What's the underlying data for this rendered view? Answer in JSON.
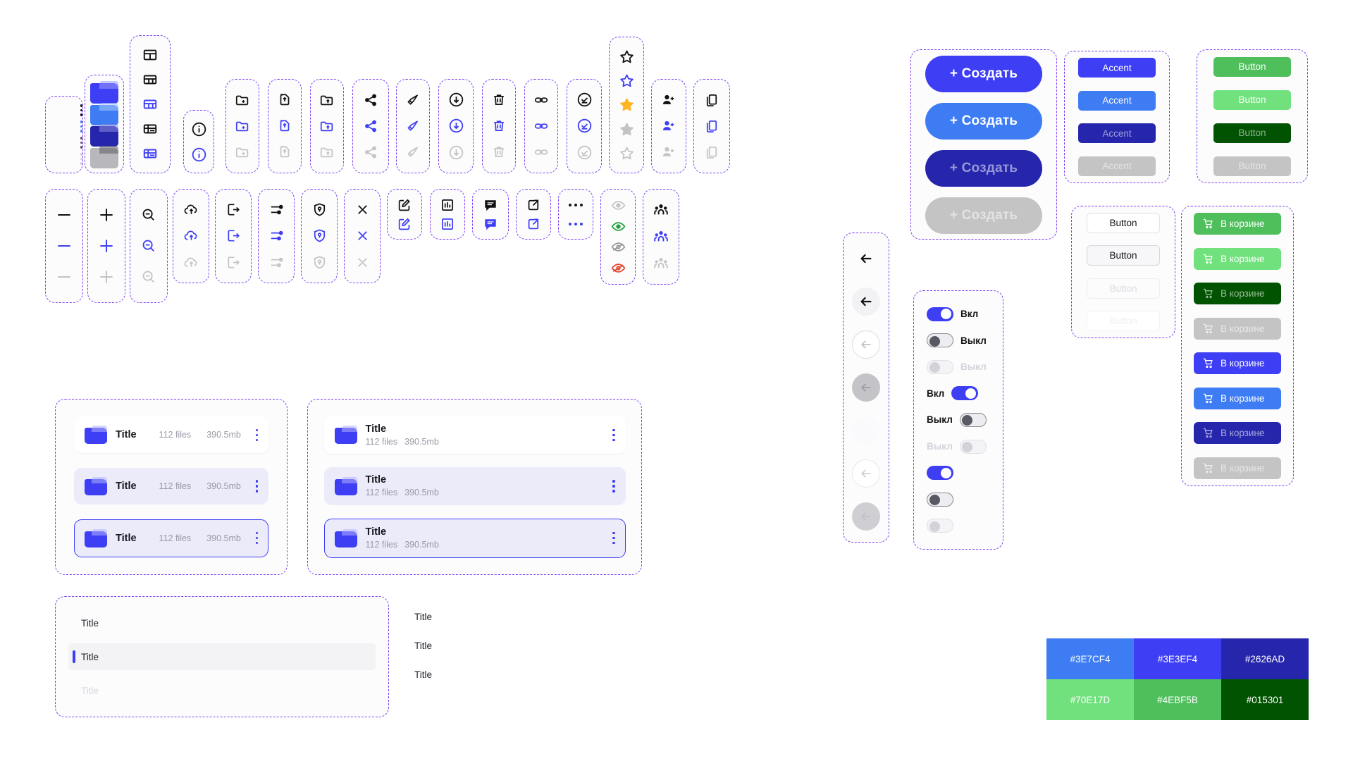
{
  "palette": {
    "accent_blue_light": "#3E7CF4",
    "accent_blue": "#3E3EF4",
    "accent_blue_dark": "#2626AD",
    "green_light": "#70E17D",
    "green": "#4EBF5B",
    "green_dark": "#015301",
    "disabled_gray": "#C4C4C4",
    "selection_frame": "#7B3FF2"
  },
  "swatches": [
    {
      "hex": "#3E7CF4",
      "label": "#3E7CF4"
    },
    {
      "hex": "#3E3EF4",
      "label": "#3E3EF4"
    },
    {
      "hex": "#2626AD",
      "label": "#2626AD"
    },
    {
      "hex": "#70E17D",
      "label": "#70E17D"
    },
    {
      "hex": "#4EBF5B",
      "label": "#4EBF5B"
    },
    {
      "hex": "#015301",
      "label": "#015301"
    }
  ],
  "icon_groups": {
    "kebab": {
      "name": "kebab-menu-icon",
      "variants": [
        "dark",
        "blue",
        "gray-dark",
        "gray-light"
      ]
    },
    "folders": {
      "name": "folder-icon",
      "variants": [
        "#3E3EF4",
        "#3E7CF4",
        "#2626AD",
        "#9A9A9A"
      ]
    },
    "grid_list": {
      "name": "grid-view-icon",
      "variants": [
        "grid-dark",
        "grid-dark",
        "grid-blue",
        "list-dark",
        "list-blue"
      ]
    },
    "info": {
      "name": "info-circle-icon",
      "variants": [
        "dark",
        "blue"
      ]
    },
    "folder_add": {
      "name": "folder-add-icon"
    },
    "file_upload": {
      "name": "file-upload-icon"
    },
    "folder_upload": {
      "name": "folder-upload-icon"
    },
    "share": {
      "name": "share-icon"
    },
    "megaphone": {
      "name": "megaphone-icon"
    },
    "download": {
      "name": "download-circle-icon"
    },
    "trash": {
      "name": "trash-icon"
    },
    "link": {
      "name": "link-icon"
    },
    "check_circle": {
      "name": "check-circle-icon"
    },
    "star": {
      "name": "star-icon",
      "variants": [
        "outline-dark",
        "outline-blue",
        "filled-amber",
        "filled-gray",
        "outline-gray"
      ]
    },
    "user_add": {
      "name": "user-add-icon"
    },
    "copy": {
      "name": "copy-icon"
    },
    "minus": {
      "name": "minus-icon"
    },
    "plus": {
      "name": "plus-icon"
    },
    "zoom_out": {
      "name": "zoom-out-icon"
    },
    "cloud_upload": {
      "name": "cloud-upload-icon"
    },
    "logout": {
      "name": "logout-icon"
    },
    "sliders": {
      "name": "sliders-icon"
    },
    "shield": {
      "name": "shield-lock-icon"
    },
    "close": {
      "name": "close-icon"
    },
    "edit": {
      "name": "edit-square-icon"
    },
    "chart": {
      "name": "bar-chart-icon"
    },
    "comment": {
      "name": "comment-icon"
    },
    "external": {
      "name": "external-link-icon"
    },
    "ellipsis": {
      "name": "ellipsis-icon"
    },
    "eye": {
      "name": "eye-icon",
      "variants": [
        "gray",
        "green",
        "eye-off-gray",
        "eye-off-red"
      ]
    },
    "people": {
      "name": "people-icon",
      "variants": [
        "dark",
        "blue",
        "gray"
      ]
    },
    "back_arrow": {
      "name": "arrow-left-icon"
    }
  },
  "create_buttons": {
    "label": "+ Создать",
    "items": [
      {
        "label": "+ Создать",
        "bg": "#3E3EF4",
        "state": "default"
      },
      {
        "label": "+ Создать",
        "bg": "#3E7CF4",
        "state": "hover"
      },
      {
        "label": "+ Создать",
        "bg": "#2626AD",
        "state": "pressed"
      },
      {
        "label": "+ Создать",
        "bg": "#C4C4C4",
        "state": "disabled"
      }
    ]
  },
  "accent_chips": [
    {
      "label": "Accent",
      "bg": "#3E3EF4",
      "state": "default"
    },
    {
      "label": "Accent",
      "bg": "#3E7CF4",
      "state": "hover"
    },
    {
      "label": "Accent",
      "bg": "#2626AD",
      "state": "pressed"
    },
    {
      "label": "Accent",
      "bg": "#C4C4C4",
      "state": "disabled"
    }
  ],
  "green_buttons": [
    {
      "label": "Button",
      "bg": "#4EBF5B",
      "state": "default"
    },
    {
      "label": "Button",
      "bg": "#70E17D",
      "state": "hover"
    },
    {
      "label": "Button",
      "bg": "#015301",
      "state": "pressed"
    },
    {
      "label": "Button",
      "bg": "#C4C4C4",
      "state": "disabled"
    }
  ],
  "outline_buttons": [
    {
      "label": "Button",
      "state": "default"
    },
    {
      "label": "Button",
      "state": "hover"
    },
    {
      "label": "Button",
      "state": "disabled"
    },
    {
      "label": "Button",
      "state": "disabled-2"
    }
  ],
  "cart_buttons": {
    "label": "В корзине",
    "items": [
      {
        "label": "В корзине",
        "bg": "#4EBF5B",
        "state": "default"
      },
      {
        "label": "В корзине",
        "bg": "#70E17D",
        "state": "hover"
      },
      {
        "label": "В корзине",
        "bg": "#015301",
        "state": "pressed"
      },
      {
        "label": "В корзине",
        "bg": "#C4C4C4",
        "state": "disabled"
      },
      {
        "label": "В корзине",
        "bg": "#3E3EF4",
        "state": "default"
      },
      {
        "label": "В корзине",
        "bg": "#3E7CF4",
        "state": "hover"
      },
      {
        "label": "В корзине",
        "bg": "#2626AD",
        "state": "pressed"
      },
      {
        "label": "В корзине",
        "bg": "#C4C4C4",
        "state": "disabled"
      }
    ]
  },
  "toggles": [
    {
      "label": "Вкл",
      "state": "on",
      "side": "right"
    },
    {
      "label": "Выкл",
      "state": "off",
      "side": "right"
    },
    {
      "label": "Выкл",
      "state": "disabled",
      "side": "right"
    },
    {
      "label": "Вкл",
      "state": "on",
      "side": "left"
    },
    {
      "label": "Выкл",
      "state": "off",
      "side": "left"
    },
    {
      "label": "Выкл",
      "state": "disabled",
      "side": "left"
    },
    {
      "label": "",
      "state": "on",
      "side": "none"
    },
    {
      "label": "",
      "state": "off",
      "side": "none"
    },
    {
      "label": "",
      "state": "disabled",
      "side": "none"
    }
  ],
  "file_cards_single": [
    {
      "title": "Title",
      "files": "112 files",
      "size": "390.5mb",
      "state": "default"
    },
    {
      "title": "Title",
      "files": "112 files",
      "size": "390.5mb",
      "state": "selected"
    },
    {
      "title": "Title",
      "files": "112 files",
      "size": "390.5mb",
      "state": "active"
    }
  ],
  "file_cards_stacked": [
    {
      "title": "Title",
      "files": "112 files",
      "size": "390.5mb",
      "state": "default"
    },
    {
      "title": "Title",
      "files": "112 files",
      "size": "390.5mb",
      "state": "selected"
    },
    {
      "title": "Title",
      "files": "112 files",
      "size": "390.5mb",
      "state": "active"
    }
  ],
  "menu_rows": [
    {
      "label": "Title",
      "state": "default"
    },
    {
      "label": "Title",
      "state": "highlighted"
    },
    {
      "label": "Title",
      "state": "disabled"
    }
  ],
  "side_labels": [
    {
      "label": "Title"
    },
    {
      "label": "Title"
    },
    {
      "label": "Title"
    }
  ]
}
